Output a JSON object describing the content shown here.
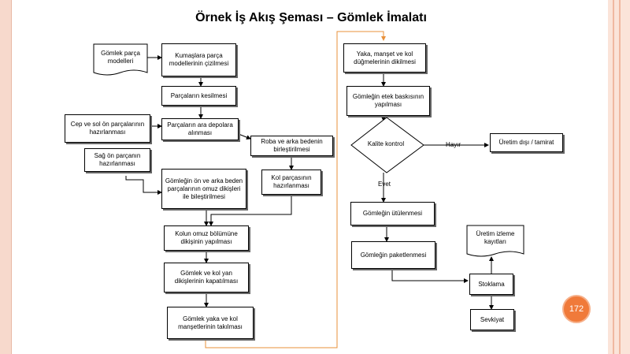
{
  "title": "Örnek İş Akış Şeması – Gömlek İmalatı",
  "page_number": "172",
  "nodes": {
    "n1": "Gömlek parça modelleri",
    "n2": "Kumaşlara parça modellerinin çizilmesi",
    "n3": "Parçaların kesilmesi",
    "n4": "Cep ve sol ön parçalarının hazırlanması",
    "n5": "Parçaların ara depolara alınması",
    "n6": "Sağ ön parçanın hazırlanması",
    "n7": "Roba ve arka bedenin birleştirilmesi",
    "n8": "Gömleğin ön ve arka beden parçalarının omuz dikişleri ile bileştirilmesi",
    "n9": "Kol parçasının hazırlanması",
    "n10": "Kolun omuz bölümüne dikişinin yapılması",
    "n11": "Gömlek ve kol yan dikişlerinin kapatılması",
    "n12": "Gömlek yaka ve kol manşetlerinin takılması",
    "n13": "Yaka, manşet ve kol düğmelerinin dikilmesi",
    "n14": "Gömleğin etek baskısının yapılması",
    "n15": "Kalite kontrol",
    "n16": "Üretim dışı / tamirat",
    "n17": "Gömleğin ütülenmesi",
    "n18": "Gömleğin paketlenmesi",
    "n19": "Üretim izleme kayıtları",
    "n20": "Stoklama",
    "n21": "Sevkiyat"
  },
  "edge_labels": {
    "no": "Hayır",
    "yes": "Evet"
  },
  "colors": {
    "connector_orange": "#e8903a",
    "badge": "#f07a3a"
  }
}
